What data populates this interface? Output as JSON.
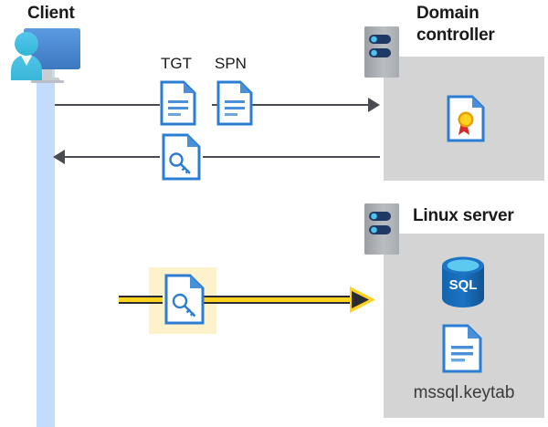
{
  "diagram": {
    "title_client": "Client",
    "title_domain_controller": "Domain controller",
    "title_linux_server": "Linux server",
    "labels": {
      "tgt": "TGT",
      "spn": "SPN",
      "keytab_file": "mssql.keytab",
      "sql_text": "SQL"
    },
    "icons": {
      "client": "user-computer-icon",
      "server_tower": "server-icon",
      "document": "document-icon",
      "ticket": "key-document-icon",
      "certificate": "certificate-document-icon",
      "database": "sql-database-icon",
      "keytab": "document-icon"
    },
    "flows": [
      {
        "id": "flow-request",
        "direction": "client-to-domain-controller",
        "style": "gray-line-arrow-right",
        "carries": [
          "TGT",
          "SPN"
        ]
      },
      {
        "id": "flow-response",
        "direction": "domain-controller-to-client",
        "style": "gray-line-arrow-left",
        "carries": [
          "service-ticket"
        ]
      },
      {
        "id": "flow-auth",
        "direction": "client-to-linux-server",
        "style": "yellow-highlight-arrow-right",
        "carries": [
          "service-ticket"
        ],
        "highlighted": true
      }
    ],
    "colors": {
      "panel_gray": "#d4d4d4",
      "lifeline_blue": "#c3dcfb",
      "highlight_yellow": "#fdf2c9",
      "arrow_yellow": "#ffd21e",
      "arrow_gray": "#4a4a52",
      "doc_blue": "#2b7cd3",
      "sql_blue": "#1464ae",
      "title_color": "#1a1a1a"
    }
  }
}
